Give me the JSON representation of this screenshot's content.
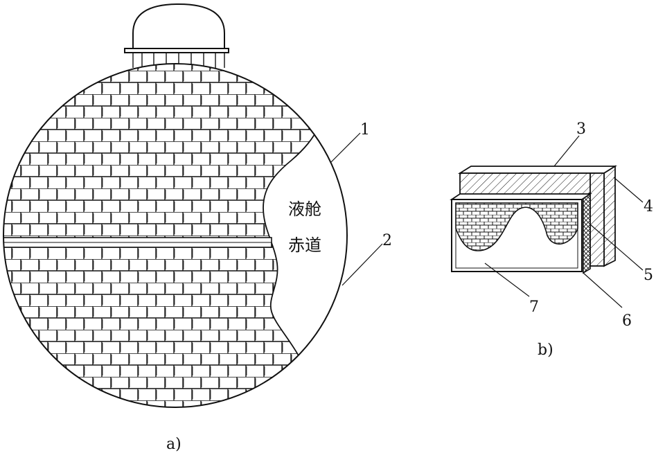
{
  "panel_a": {
    "caption": "a)",
    "inner_text_line1": "液舱",
    "inner_text_line2": "赤道",
    "callouts": [
      "1",
      "2"
    ]
  },
  "panel_b": {
    "caption": "b)",
    "callouts": [
      "3",
      "4",
      "5",
      "6",
      "7"
    ]
  }
}
